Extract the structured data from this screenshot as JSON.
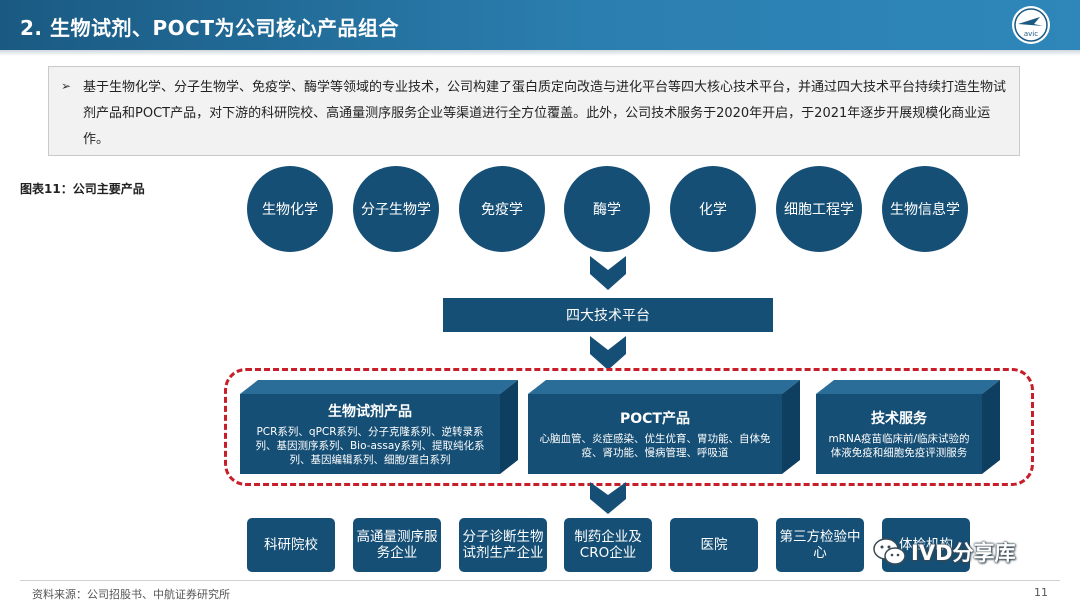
{
  "header": {
    "title": "2. 生物试剂、POCT为公司核心产品组合",
    "logo_text": "avic"
  },
  "summary": {
    "bullet": "➢",
    "text": "基于生物化学、分子生物学、免疫学、酶学等领域的专业技术，公司构建了蛋白质定向改造与进化平台等四大核心技术平台，并通过四大技术平台持续打造生物试剂产品和POCT产品，对下游的科研院校、高通量测序服务企业等渠道进行全方位覆盖。此外，公司技术服务于2020年开启，于2021年逐步开展规模化商业运作。"
  },
  "figure_label": "图表11：公司主要产品",
  "disciplines": [
    "生物化学",
    "分子生物学",
    "免疫学",
    "酶学",
    "化学",
    "细胞工程学",
    "生物信息学"
  ],
  "platform": "四大技术平台",
  "products": [
    {
      "title": "生物试剂产品",
      "desc": "PCR系列、qPCR系列、分子克隆系列、逆转录系列、基因测序系列、Bio-assay系列、提取纯化系列、基因编辑系列、细胞/蛋白系列"
    },
    {
      "title": "POCT产品",
      "desc": "心脑血管、炎症感染、优生优育、胃功能、自体免疫、肾功能、慢病管理、呼吸道"
    },
    {
      "title": "技术服务",
      "desc": "mRNA疫苗临床前/临床试验的体液免疫和细胞免疫评测服务"
    }
  ],
  "channels": [
    "科研院校",
    "高通量测序服务企业",
    "分子诊断生物试剂生产企业",
    "制药企业及CRO企业",
    "医院",
    "第三方检验中心",
    "体检机构"
  ],
  "watermark": "IVD分享库",
  "footer": {
    "source": "资料来源：公司招股书、中航证券研究所",
    "page": "11"
  },
  "colors": {
    "primary": "#164f75",
    "header": "#2b7fb0",
    "dashed": "#c81e29"
  }
}
